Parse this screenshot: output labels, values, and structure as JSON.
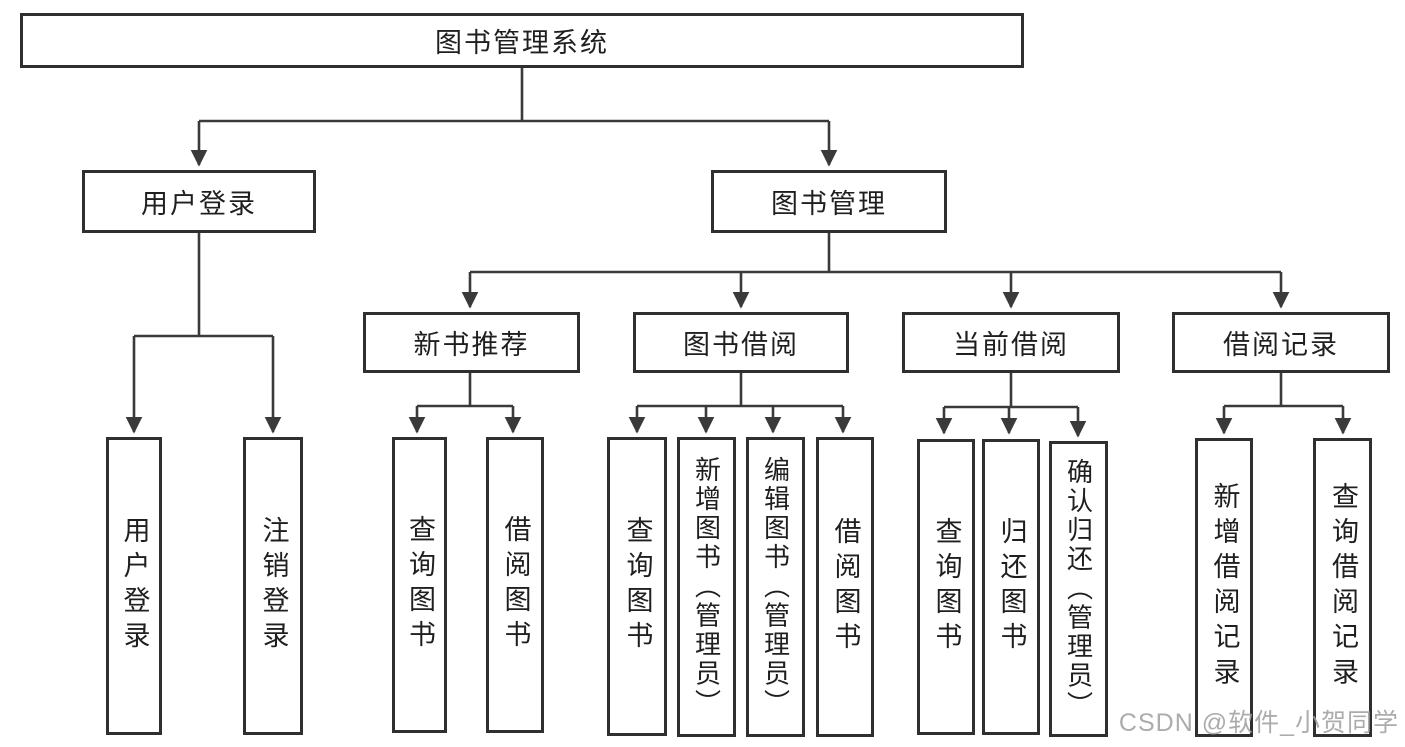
{
  "diagram": {
    "type": "hierarchy-tree",
    "root_title": "图书管理系统",
    "colors": {
      "line": "#3a3a3a",
      "box_border": "#2f2f2f",
      "text": "#1f1f1f",
      "background": "#ffffff",
      "watermark": "#9e9e9e"
    },
    "nodes": {
      "root": {
        "label": "图书管理系统",
        "level": 1
      },
      "user_login": {
        "label": "用户登录",
        "level": 2,
        "parent": "root"
      },
      "book_mgmt": {
        "label": "图书管理",
        "level": 2,
        "parent": "root"
      },
      "new_book_rec": {
        "label": "新书推荐",
        "level": 3,
        "parent": "book_mgmt"
      },
      "book_borrow": {
        "label": "图书借阅",
        "level": 3,
        "parent": "book_mgmt"
      },
      "current_borrow": {
        "label": "当前借阅",
        "level": 3,
        "parent": "book_mgmt"
      },
      "borrow_record": {
        "label": "借阅记录",
        "level": 3,
        "parent": "book_mgmt"
      },
      "leaf_user_login": {
        "label": "用户登录",
        "level": 4,
        "parent": "user_login"
      },
      "leaf_logout": {
        "label": "注销登录",
        "level": 4,
        "parent": "user_login"
      },
      "leaf_nbr_query": {
        "label": "查询图书",
        "level": 4,
        "parent": "new_book_rec"
      },
      "leaf_nbr_borrow": {
        "label": "借阅图书",
        "level": 4,
        "parent": "new_book_rec"
      },
      "leaf_bb_query": {
        "label": "查询图书",
        "level": 4,
        "parent": "book_borrow"
      },
      "leaf_bb_add": {
        "label": "新增图书（管理员）",
        "level": 4,
        "parent": "book_borrow"
      },
      "leaf_bb_edit": {
        "label": "编辑图书（管理员）",
        "level": 4,
        "parent": "book_borrow"
      },
      "leaf_bb_borrow": {
        "label": "借阅图书",
        "level": 4,
        "parent": "book_borrow"
      },
      "leaf_cb_query": {
        "label": "查询图书",
        "level": 4,
        "parent": "current_borrow"
      },
      "leaf_cb_return": {
        "label": "归还图书",
        "level": 4,
        "parent": "current_borrow"
      },
      "leaf_cb_confirm": {
        "label": "确认归还（管理员）",
        "level": 4,
        "parent": "current_borrow"
      },
      "leaf_br_add": {
        "label": "新增借阅记录",
        "level": 4,
        "parent": "borrow_record"
      },
      "leaf_br_query": {
        "label": "查询借阅记录",
        "level": 4,
        "parent": "borrow_record"
      }
    }
  },
  "watermark": {
    "text": "CSDN @软件_小贺同学"
  }
}
